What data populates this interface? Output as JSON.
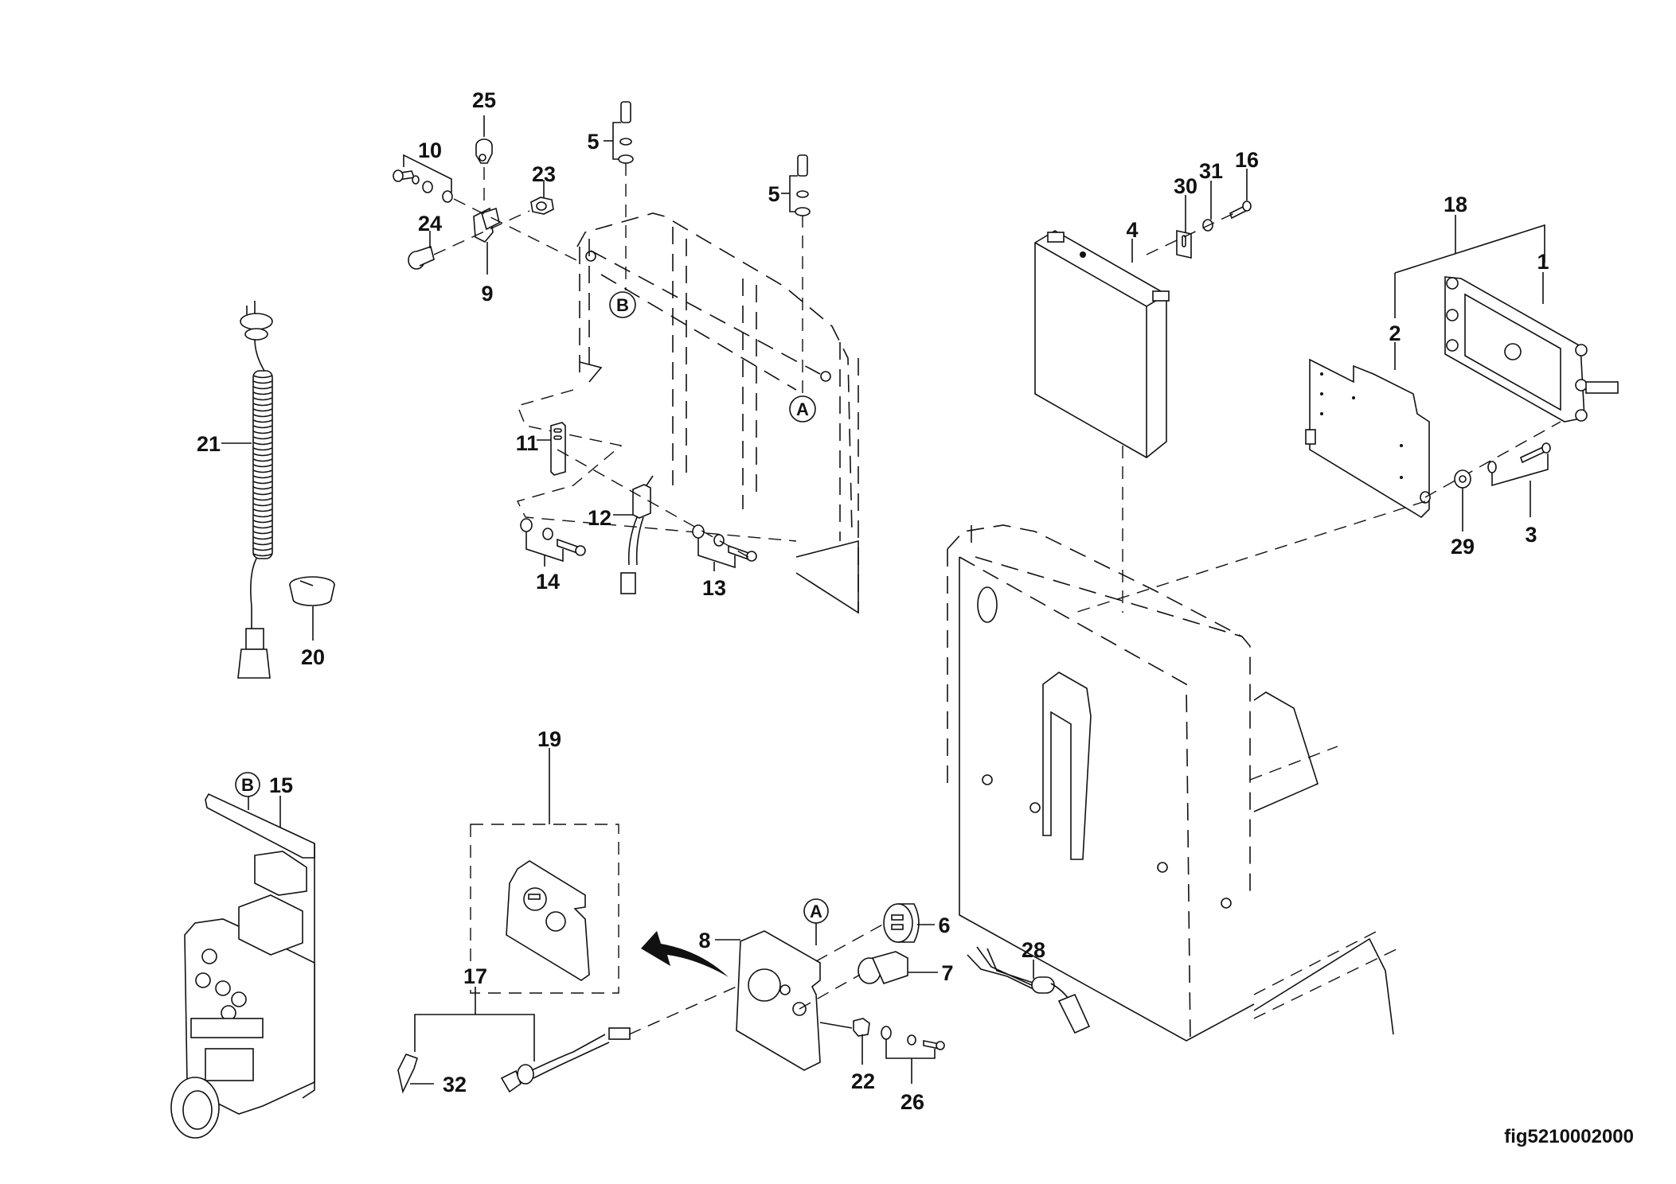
{
  "figure": {
    "id_label": "fig5210002000",
    "type": "exploded parts diagram"
  },
  "callouts": {
    "c1": "1",
    "c2": "2",
    "c3": "3",
    "c4": "4",
    "c5a": "5",
    "c5b": "5",
    "c6": "6",
    "c7": "7",
    "c8": "8",
    "c9": "9",
    "c10": "10",
    "c11": "11",
    "c12": "12",
    "c13": "13",
    "c14": "14",
    "c15": "15",
    "c16": "16",
    "c17": "17",
    "c18": "18",
    "c19": "19",
    "c20": "20",
    "c21": "21",
    "c22": "22",
    "c23": "23",
    "c24": "24",
    "c25": "25",
    "c26": "26",
    "c28": "28",
    "c29": "29",
    "c30": "30",
    "c31": "31",
    "c32": "32"
  },
  "reference_markers": {
    "frame_b": "B",
    "frame_a": "A",
    "panel15_b": "B",
    "bracket8_a": "A"
  }
}
